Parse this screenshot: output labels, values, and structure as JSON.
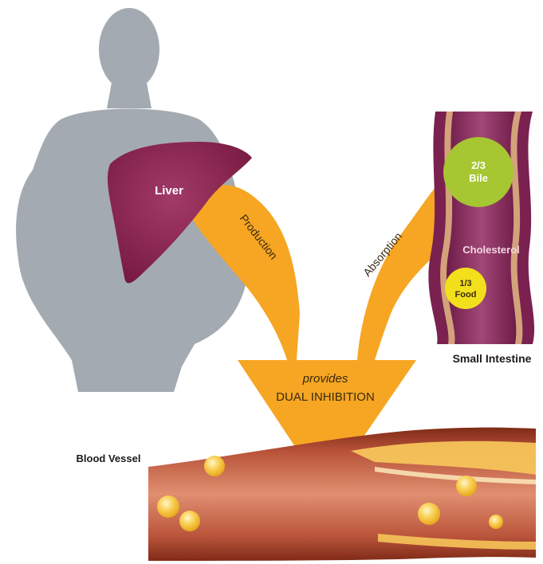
{
  "labels": {
    "liver": "Liver",
    "production": "Production",
    "absorption": "Absorption",
    "bile": [
      "2/3",
      "Bile"
    ],
    "cholesterol": "Cholesterol",
    "food": [
      "1/3",
      "Food"
    ],
    "small_intestine": "Small Intestine",
    "provides": "provides",
    "dual_inhibition": "DUAL INHIBITION",
    "blood_vessel": "Blood Vessel"
  },
  "colors": {
    "silhouette": "#a3aab1",
    "liver": "#8a2252",
    "arrow": "#f6a623",
    "intestine_wall": "#7a2150",
    "intestine_inner": "#9b3a6c",
    "intestine_band": "#d3a27a",
    "bile_circle": "#a6c632",
    "food_circle": "#f2e01c",
    "vessel_outer": "#9c3a22",
    "vessel_inner": "#d9805f",
    "plaque": "#f6c45a"
  }
}
